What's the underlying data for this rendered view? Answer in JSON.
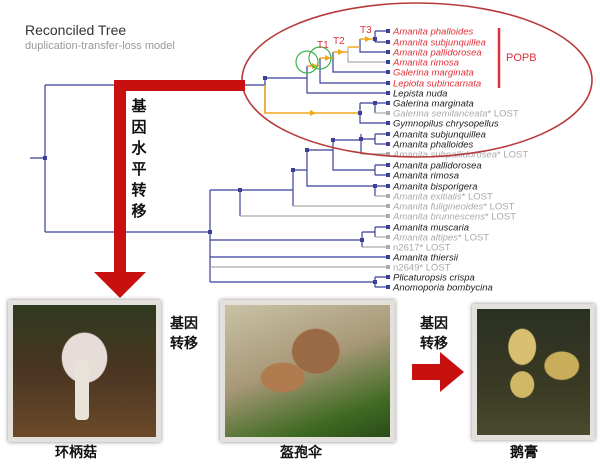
{
  "header": {
    "title": "Reconciled Tree",
    "subtitle": "duplication-transfer-loss model"
  },
  "transfer_labels": [
    "T1",
    "T2",
    "T3"
  ],
  "clade_label": "POPB",
  "vertical_label": "基因水平转移",
  "arrow_labels": [
    "基因\n转移",
    "基因\n转移"
  ],
  "photos": [
    {
      "caption": "环柄菇"
    },
    {
      "caption": "盔孢伞"
    },
    {
      "caption": "鹅膏"
    }
  ],
  "colors": {
    "red": "#e0303a",
    "blue": "#3a3f9a",
    "orange": "#f0a81c",
    "gray": "#aaaaaa",
    "green": "#3cb44b",
    "ellipse": "#b83a3a",
    "arrow": "#c8100f"
  },
  "leaves": [
    {
      "name": "Amanita phalloides",
      "status": "red"
    },
    {
      "name": "Amanita subjunquillea",
      "status": "red"
    },
    {
      "name": "Amanita pallidorosea",
      "status": "red"
    },
    {
      "name": "Amanita rimosa",
      "status": "red"
    },
    {
      "name": "Galerina marginata",
      "status": "red"
    },
    {
      "name": "Lepiota subincarnata",
      "status": "red"
    },
    {
      "name": "Lepista nuda",
      "status": "black"
    },
    {
      "name": "Galerina marginata",
      "status": "black"
    },
    {
      "name": "Galerina semilanceata",
      "status": "lost"
    },
    {
      "name": "Gymnopilus chrysopellus",
      "status": "black"
    },
    {
      "name": "Amanita subjunquillea",
      "status": "black"
    },
    {
      "name": "Amanita phalloides",
      "status": "black"
    },
    {
      "name": "Amanita subpallidorosea",
      "status": "lost"
    },
    {
      "name": "Amanita pallidorosea",
      "status": "black"
    },
    {
      "name": "Amanita rimosa",
      "status": "black"
    },
    {
      "name": "Amanita bisporigera",
      "status": "black"
    },
    {
      "name": "Amanita exitialis",
      "status": "lost"
    },
    {
      "name": "Amanita fuligineoides",
      "status": "lost"
    },
    {
      "name": "Amanita brunnescens",
      "status": "lost"
    },
    {
      "name": "Amanita muscaria",
      "status": "black"
    },
    {
      "name": "Amanita altipes",
      "status": "lost"
    },
    {
      "name": "n2617",
      "status": "lost"
    },
    {
      "name": "Amanita thiersii",
      "status": "black"
    },
    {
      "name": "n2649",
      "status": "lost"
    },
    {
      "name": "Plicaturopsis crispa",
      "status": "black"
    },
    {
      "name": "Anomoporia bombycina",
      "status": "black"
    }
  ],
  "lost_suffix": "* LOST"
}
